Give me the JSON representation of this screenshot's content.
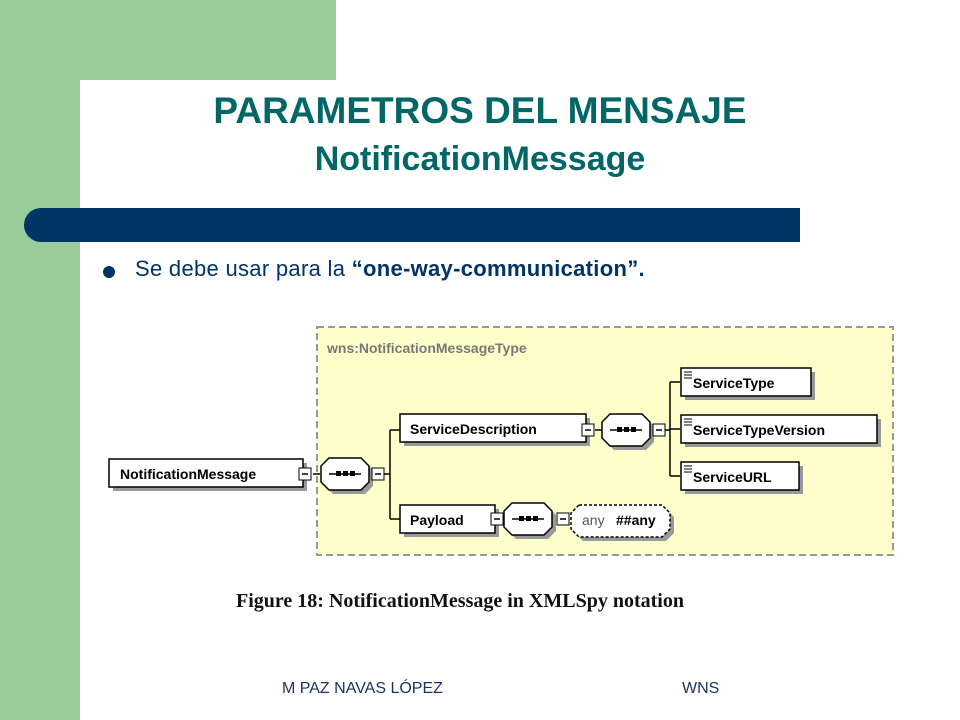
{
  "slide": {
    "title_line1": "PARAMETROS DEL MENSAJE",
    "title_line2": "NotificationMessage",
    "bullet_prefix": "Se debe usar para la ",
    "bullet_bold": "“one-way-communication”.",
    "caption": "Figure 18: NotificationMessage in XMLSpy notation",
    "footer_author": "M PAZ NAVAS LÓPEZ",
    "footer_code": "WNS"
  },
  "diagram": {
    "type_label": "wns:NotificationMessageType",
    "root": "NotificationMessage",
    "service_description": "ServiceDescription",
    "payload": "Payload",
    "any_prefix": "any",
    "any_value": "##any",
    "children": [
      "ServiceType",
      "ServiceTypeVersion",
      "ServiceURL"
    ]
  },
  "colors": {
    "green": "#99cc99",
    "navy": "#003366",
    "teal": "#006666",
    "yellow_panel": "#ffffcc"
  }
}
